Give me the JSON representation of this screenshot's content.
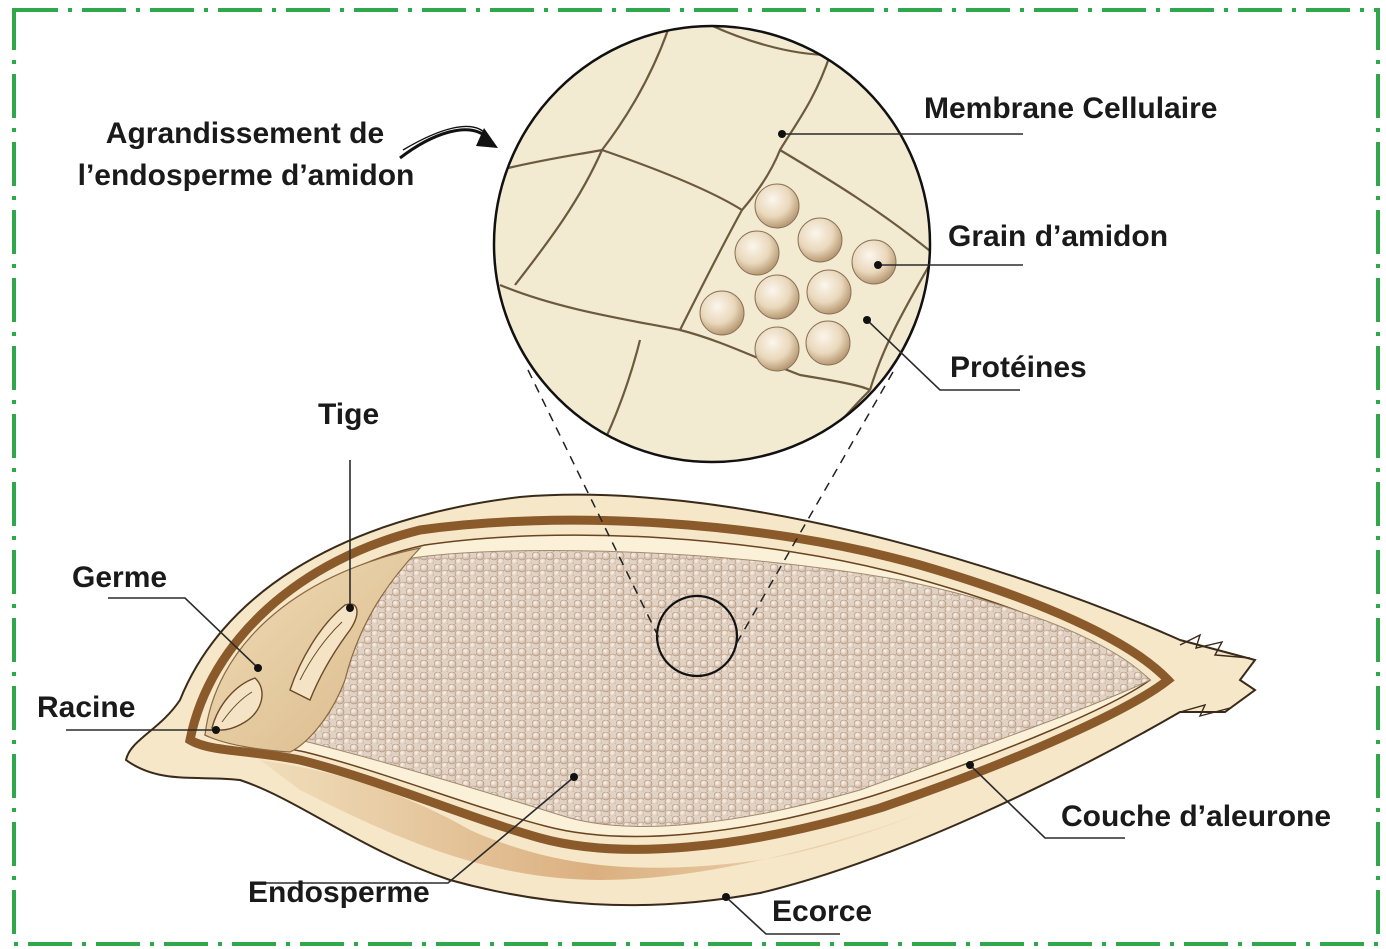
{
  "colors": {
    "border_green": "#2ea84a",
    "circle_fill": "#f3ead2",
    "cell_line": "#6b5a3e",
    "grain_outer": "#f7efdc",
    "grain_inner": "#e3cfad",
    "brown_layer": "#8a5a2b",
    "endosperm_bg": "#efe4d8",
    "germ_tan": "#e8cfa6"
  },
  "zoom_title": {
    "line1": "Agrandissement de",
    "line2": "l’endosperme d’amidon"
  },
  "labels": {
    "membrane": "Membrane Cellulaire",
    "grain": "Grain d’amidon",
    "proteines": "Protéines",
    "tige": "Tige",
    "germe": "Germe",
    "racine": "Racine",
    "endosperme": "Endosperme",
    "ecorce": "Ecorce",
    "aleurone": "Couche d’aleurone"
  }
}
